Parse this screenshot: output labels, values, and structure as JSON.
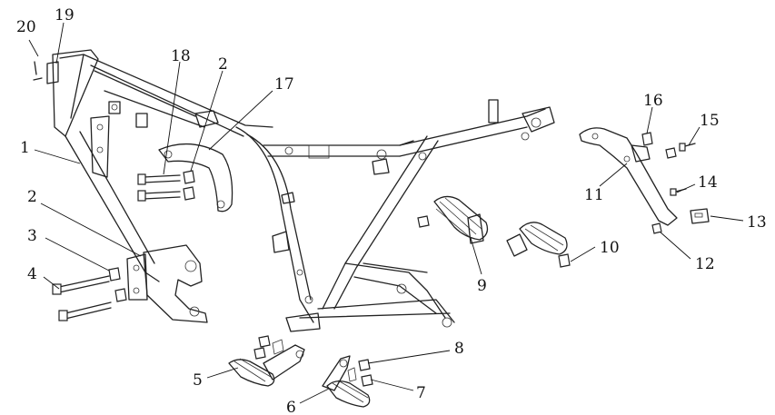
{
  "diagram": {
    "callouts": [
      {
        "id": "1",
        "label": "1"
      },
      {
        "id": "2a",
        "label": "2"
      },
      {
        "id": "2b",
        "label": "2"
      },
      {
        "id": "3",
        "label": "3"
      },
      {
        "id": "4",
        "label": "4"
      },
      {
        "id": "5",
        "label": "5"
      },
      {
        "id": "6",
        "label": "6"
      },
      {
        "id": "7",
        "label": "7"
      },
      {
        "id": "8",
        "label": "8"
      },
      {
        "id": "9",
        "label": "9"
      },
      {
        "id": "10",
        "label": "10"
      },
      {
        "id": "11",
        "label": "11"
      },
      {
        "id": "12",
        "label": "12"
      },
      {
        "id": "13",
        "label": "13"
      },
      {
        "id": "14",
        "label": "14"
      },
      {
        "id": "15",
        "label": "15"
      },
      {
        "id": "16",
        "label": "16"
      },
      {
        "id": "17",
        "label": "17"
      },
      {
        "id": "18",
        "label": "18"
      },
      {
        "id": "19",
        "label": "19"
      },
      {
        "id": "20",
        "label": "20"
      }
    ]
  }
}
